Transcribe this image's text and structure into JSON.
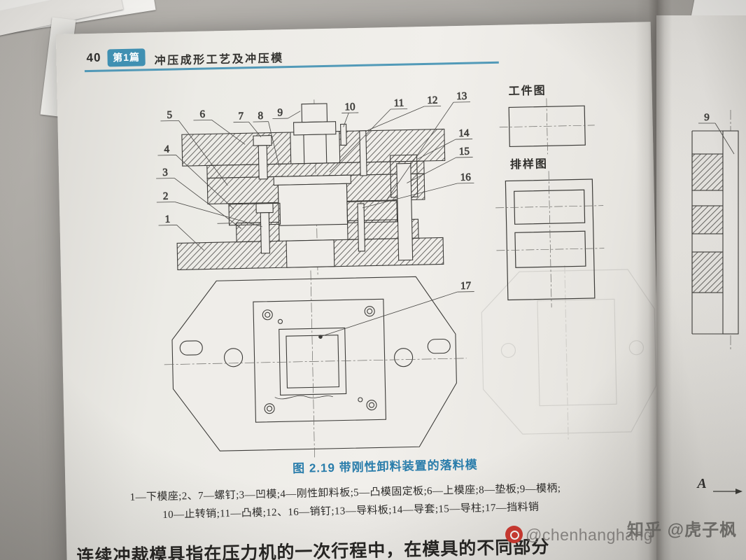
{
  "header": {
    "page_number": "40",
    "part_badge": "第1篇",
    "title": "冲压成形工艺及冲压模"
  },
  "side_figures": {
    "workpiece_label": "工件图",
    "layout_label": "排样图"
  },
  "figure": {
    "caption": "图 2.19  带刚性卸料装置的落料模",
    "callouts": [
      "1",
      "2",
      "3",
      "4",
      "5",
      "6",
      "7",
      "8",
      "9",
      "10",
      "11",
      "12",
      "13",
      "14",
      "15",
      "16",
      "17"
    ],
    "parts_line1": "1—下模座;2、7—螺钉;3—凹模;4—刚性卸料板;5—凸模固定板;6—上模座;8—垫板;9—模柄;",
    "parts_line2": "10—止转销;11—凸模;12、16—销钉;13—导料板;14—导套;15—导柱;17—挡料销"
  },
  "right_page": {
    "callout": "9",
    "section_label": "A"
  },
  "body_text": "连续冲裁模具指在压力机的一次行程中，在模具的不同部分",
  "watermarks": {
    "zhihu": "知乎 @虎子枫",
    "handle": "@chenhanghang"
  },
  "colors": {
    "accent": "#4090b2",
    "caption": "#2a7dab",
    "watermark_red": "#d23a31"
  }
}
